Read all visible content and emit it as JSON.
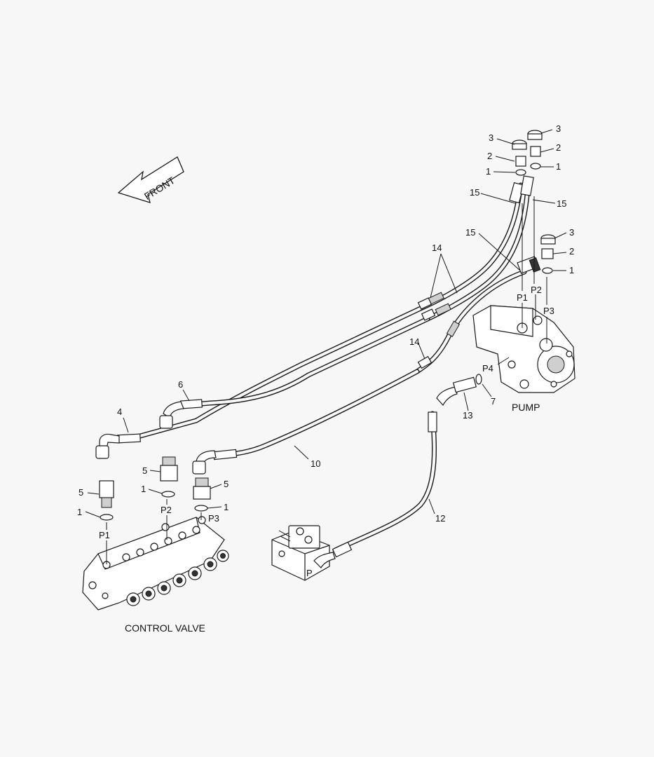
{
  "front_label": "FRONT",
  "captions": {
    "control_valve": "CONTROL VALVE",
    "pump": "PUMP"
  },
  "callouts": {
    "c1": "1",
    "c2": "2",
    "c3": "3",
    "c4": "4",
    "c5": "5",
    "c6": "6",
    "c7": "7",
    "c10": "10",
    "c12": "12",
    "c13": "13",
    "c14": "14",
    "c15": "15"
  },
  "ports": {
    "p": "P",
    "p1": "P1",
    "p2": "P2",
    "p3": "P3",
    "p4": "P4"
  }
}
